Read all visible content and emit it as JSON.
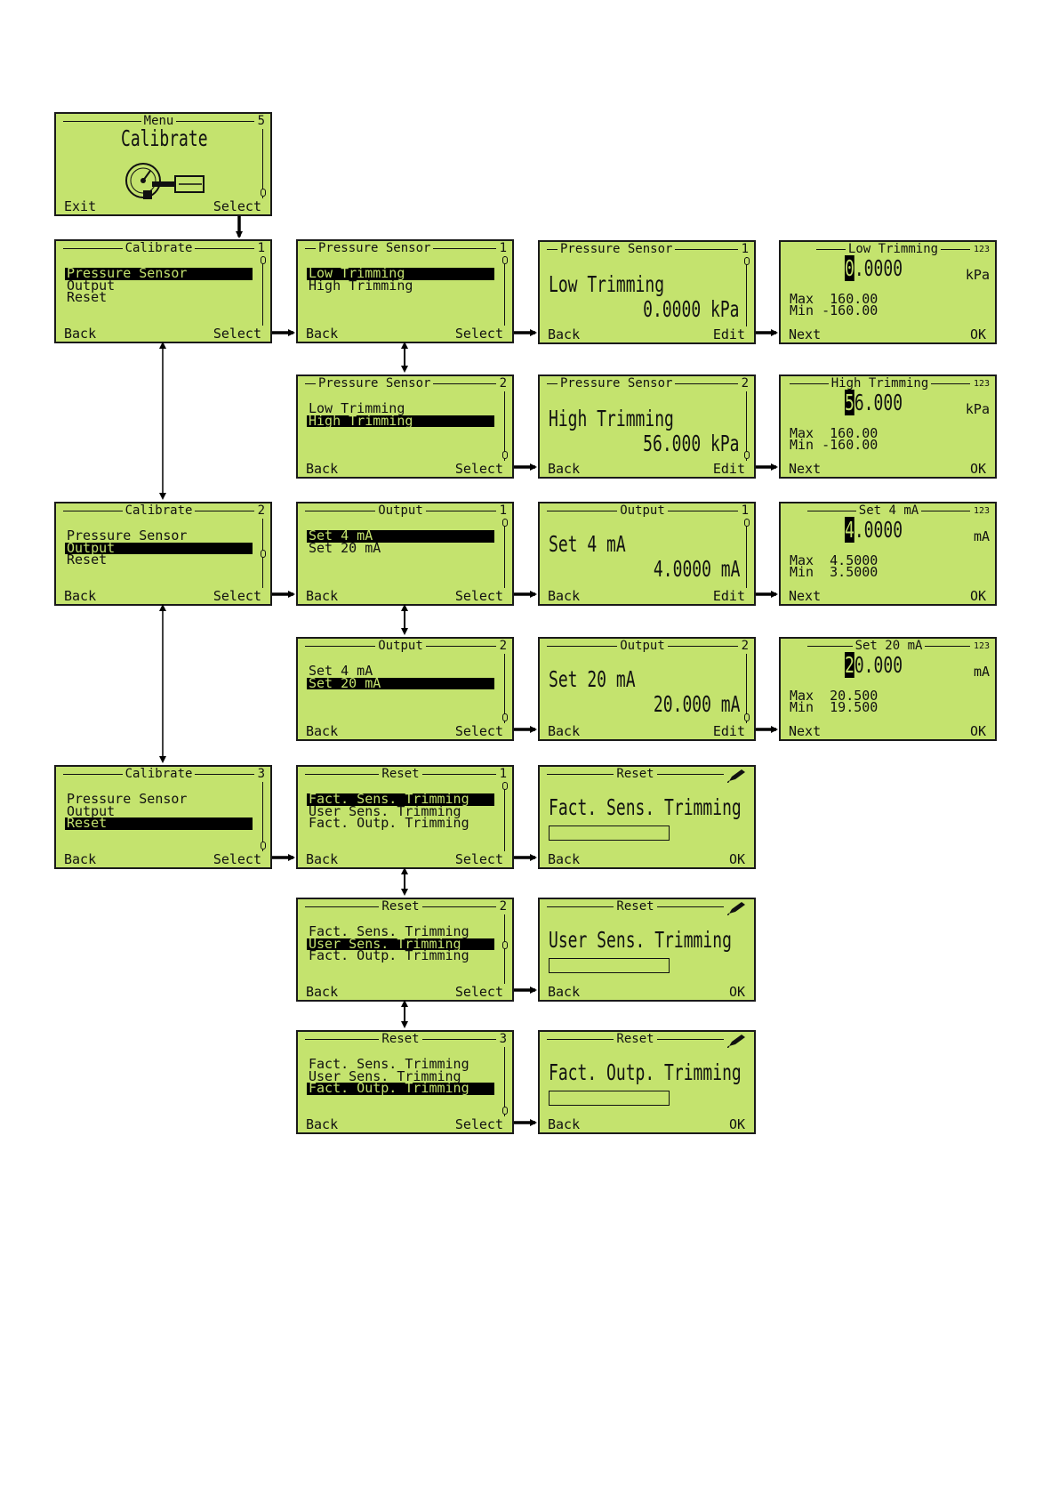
{
  "menu": {
    "title": "Menu",
    "index": "5",
    "big": "Calibrate",
    "left": "Exit",
    "right": "Select"
  },
  "cal1": {
    "title": "Calibrate",
    "index": "1",
    "items": [
      "Pressure Sensor",
      "Output",
      "Reset"
    ],
    "left": "Back",
    "right": "Select"
  },
  "cal2": {
    "title": "Calibrate",
    "index": "2",
    "items": [
      "Pressure Sensor",
      "Output",
      "Reset"
    ],
    "left": "Back",
    "right": "Select"
  },
  "cal3": {
    "title": "Calibrate",
    "index": "3",
    "items": [
      "Pressure Sensor",
      "Output",
      "Reset"
    ],
    "left": "Back",
    "right": "Select"
  },
  "ps1": {
    "title": "Pressure Sensor",
    "index": "1",
    "items": [
      "Low Trimming",
      "High Trimming"
    ],
    "left": "Back",
    "right": "Select"
  },
  "ps2": {
    "title": "Pressure Sensor",
    "index": "2",
    "items": [
      "Low Trimming",
      "High Trimming"
    ],
    "left": "Back",
    "right": "Select"
  },
  "psv1": {
    "title": "Pressure Sensor",
    "index": "1",
    "line1": "Low Trimming",
    "line2": "0.0000 kPa",
    "left": "Back",
    "right": "Edit"
  },
  "psv2": {
    "title": "Pressure Sensor",
    "index": "2",
    "line1": "High Trimming",
    "line2": "56.000 kPa",
    "left": "Back",
    "right": "Edit"
  },
  "lowt": {
    "title": "Low Trimming",
    "icon": "123",
    "cursor": "0",
    "rest": ".0000",
    "unit": "kPa",
    "max": "Max  160.00",
    "min": "Min -160.00",
    "left": "Next",
    "right": "OK"
  },
  "hight": {
    "title": "High Trimming",
    "icon": "123",
    "cursor": "5",
    "rest": "6.000",
    "unit": "kPa",
    "max": "Max  160.00",
    "min": "Min -160.00",
    "left": "Next",
    "right": "OK"
  },
  "out1": {
    "title": "Output",
    "index": "1",
    "items": [
      "Set 4 mA",
      "Set 20 mA"
    ],
    "left": "Back",
    "right": "Select"
  },
  "out2": {
    "title": "Output",
    "index": "2",
    "items": [
      "Set 4 mA",
      "Set 20 mA"
    ],
    "left": "Back",
    "right": "Select"
  },
  "outv1": {
    "title": "Output",
    "index": "1",
    "line1": "Set 4 mA",
    "line2": "4.0000 mA",
    "left": "Back",
    "right": "Edit"
  },
  "outv2": {
    "title": "Output",
    "index": "2",
    "line1": "Set 20 mA",
    "line2": "20.000 mA",
    "left": "Back",
    "right": "Edit"
  },
  "set4": {
    "title": "Set 4 mA",
    "icon": "123",
    "cursor": "4",
    "rest": ".0000",
    "unit": "mA",
    "max": "Max  4.5000",
    "min": "Min  3.5000",
    "left": "Next",
    "right": "OK"
  },
  "set20": {
    "title": "Set 20 mA",
    "icon": "123",
    "cursor": "2",
    "rest": "0.000",
    "unit": "mA",
    "max": "Max  20.500",
    "min": "Min  19.500",
    "left": "Next",
    "right": "OK"
  },
  "res1": {
    "title": "Reset",
    "index": "1",
    "items": [
      "Fact. Sens. Trimming",
      "User Sens. Trimming",
      "Fact. Outp. Trimming"
    ],
    "left": "Back",
    "right": "Select"
  },
  "res2": {
    "title": "Reset",
    "index": "2",
    "items": [
      "Fact. Sens. Trimming",
      "User Sens. Trimming",
      "Fact. Outp. Trimming"
    ],
    "left": "Back",
    "right": "Select"
  },
  "res3": {
    "title": "Reset",
    "index": "3",
    "items": [
      "Fact. Sens. Trimming",
      "User Sens. Trimming",
      "Fact. Outp. Trimming"
    ],
    "left": "Back",
    "right": "Select"
  },
  "rc1": {
    "title": "Reset",
    "big": "Fact. Sens. Trimming",
    "left": "Back",
    "right": "OK"
  },
  "rc2": {
    "title": "Reset",
    "big": "User Sens. Trimming",
    "left": "Back",
    "right": "OK"
  },
  "rc3": {
    "title": "Reset",
    "big": "Fact. Outp. Trimming",
    "left": "Back",
    "right": "OK"
  }
}
